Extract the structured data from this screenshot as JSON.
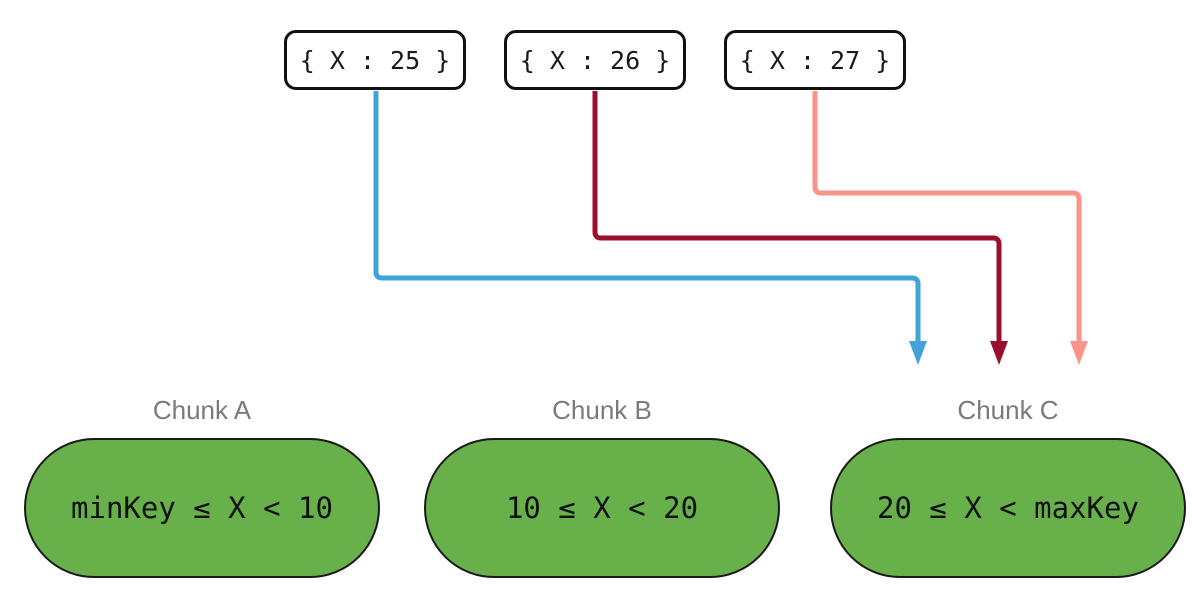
{
  "documents": [
    {
      "label": "{ X : 25 }"
    },
    {
      "label": "{ X : 26 }"
    },
    {
      "label": "{ X : 27 }"
    }
  ],
  "arrows": [
    {
      "from_document": "{ X : 25 }",
      "to_chunk": "Chunk C",
      "color": "#41a3d8"
    },
    {
      "from_document": "{ X : 26 }",
      "to_chunk": "Chunk C",
      "color": "#9b0f2e"
    },
    {
      "from_document": "{ X : 27 }",
      "to_chunk": "Chunk C",
      "color": "#f99588"
    }
  ],
  "chunks": [
    {
      "title": "Chunk A",
      "range": "minKey ≤ X < 10"
    },
    {
      "title": "Chunk B",
      "range": "10 ≤ X < 20"
    },
    {
      "title": "Chunk C",
      "range": "20 ≤ X < maxKey"
    }
  ],
  "colors": {
    "background": "#ffffff",
    "box_border": "#111111",
    "chunk_fill": "#67b04a",
    "chunk_border": "#1a1a1a",
    "chunk_title_gray": "#7a7a7a",
    "arrow_blue": "#41a3d8",
    "arrow_dark_red": "#9b0f2e",
    "arrow_salmon": "#f99588"
  }
}
